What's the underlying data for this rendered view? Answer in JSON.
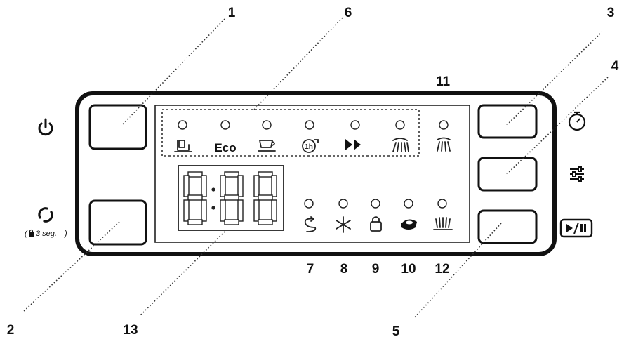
{
  "callouts": [
    {
      "id": "c1",
      "label": "1"
    },
    {
      "id": "c2",
      "label": "2"
    },
    {
      "id": "c3",
      "label": "3"
    },
    {
      "id": "c4",
      "label": "4"
    },
    {
      "id": "c5",
      "label": "5"
    },
    {
      "id": "c6",
      "label": "6"
    },
    {
      "id": "c7",
      "label": "7"
    },
    {
      "id": "c8",
      "label": "8"
    },
    {
      "id": "c9",
      "label": "9"
    },
    {
      "id": "c10",
      "label": "10"
    },
    {
      "id": "c11",
      "label": "11"
    },
    {
      "id": "c12",
      "label": "12"
    },
    {
      "id": "c13",
      "label": "13"
    }
  ],
  "programs": {
    "eco_label": "Eco"
  },
  "left_controls": {
    "lock_hint": "3 seg."
  },
  "icons": {
    "power": "power-icon",
    "program_cycle": "cycle-icon",
    "delay_timer": "timer-icon",
    "options": "sliders-icon",
    "start_pause": "play-pause-icon"
  }
}
